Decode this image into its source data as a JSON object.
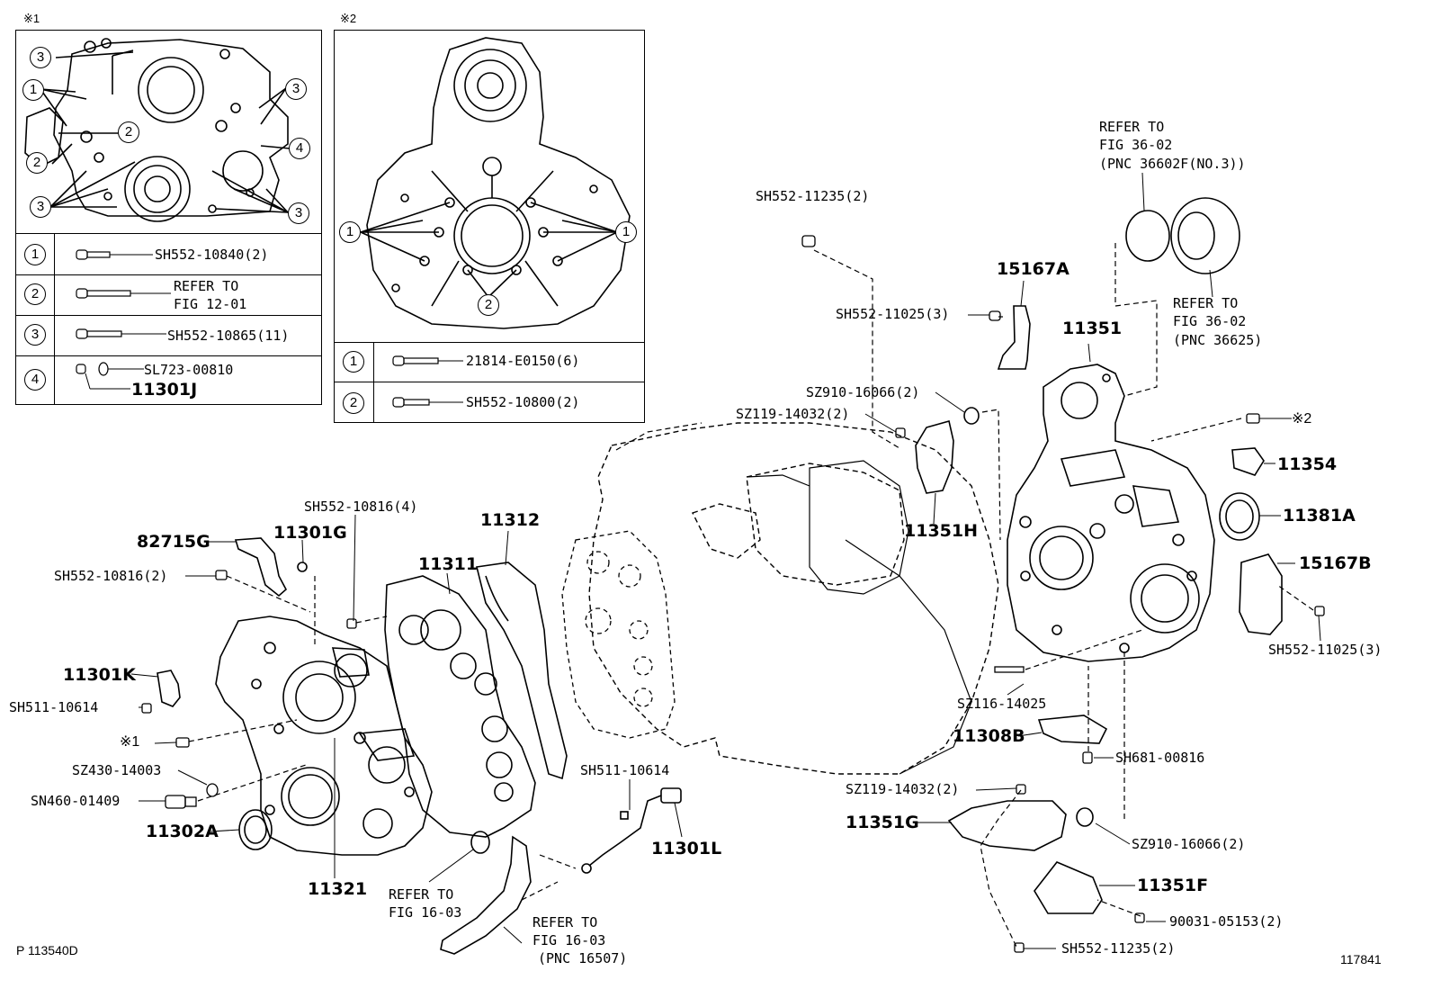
{
  "insets": {
    "inset1": {
      "mark": "※1",
      "rows": [
        {
          "num": "1",
          "pn": "SH552-10840(2)"
        },
        {
          "num": "2",
          "ref_line1": "REFER TO",
          "ref_line2": "FIG 12-01"
        },
        {
          "num": "3",
          "pn": "SH552-10865(11)"
        },
        {
          "num": "4",
          "pn": "SL723-00810",
          "pn2": "11301J"
        }
      ],
      "callouts": [
        "3",
        "1",
        "2",
        "2",
        "3",
        "3",
        "4",
        "3"
      ]
    },
    "inset2": {
      "mark": "※2",
      "rows": [
        {
          "num": "1",
          "pn": "21814-E0150(6)"
        },
        {
          "num": "2",
          "pn": "SH552-10800(2)"
        }
      ],
      "callouts": [
        "1",
        "1",
        "2"
      ]
    }
  },
  "labels": {
    "sh552_11235_top": "SH552-11235(2)",
    "sh552_11025_a": "SH552-11025(3)",
    "p15167a": "15167A",
    "p11351": "11351",
    "refer_36602f_1": "REFER TO",
    "refer_36602f_2": "FIG 36-02",
    "refer_36602f_3": "(PNC 36602F(NO.3))",
    "refer_36625_1": "REFER TO",
    "refer_36625_2": "FIG 36-02",
    "refer_36625_3": "(PNC 36625)",
    "sz910_16066_top": "SZ910-16066(2)",
    "sz119_14032_top": "SZ119-14032(2)",
    "p11351h": "11351H",
    "mark2_ref": "※2",
    "p11354": "11354",
    "p11381a": "11381A",
    "p15167b": "15167B",
    "sh552_11025_b": "SH552-11025(3)",
    "sz116_14025": "SZ116-14025",
    "p11308b": "11308B",
    "sh681_00816": "SH681-00816",
    "sz119_14032_bot": "SZ119-14032(2)",
    "p11351g": "11351G",
    "sz910_16066_bot": "SZ910-16066(2)",
    "p11351f": "11351F",
    "p90031_05153": "90031-05153(2)",
    "sh552_11235_bot": "SH552-11235(2)",
    "sh552_10816_4": "SH552-10816(4)",
    "p82715g": "82715G",
    "p11301g": "11301G",
    "sh552_10816_2": "SH552-10816(2)",
    "p11311": "11311",
    "p11312": "11312",
    "p11301k": "11301K",
    "sh511_10614_left": "SH511-10614",
    "mark1_ref": "※1",
    "sz430_14003": "SZ430-14003",
    "sn460_01409": "SN460-01409",
    "p11302a": "11302A",
    "p11321": "11321",
    "refer_1603a_1": "REFER TO",
    "refer_1603a_2": "FIG 16-03",
    "refer_1603b_1": "REFER TO",
    "refer_1603b_2": "FIG 16-03",
    "refer_1603b_3": "(PNC 16507)",
    "sh511_10614_mid": "SH511-10614",
    "p11301l": "11301L",
    "footer_left": "P 113540D",
    "footer_right": "117841"
  }
}
